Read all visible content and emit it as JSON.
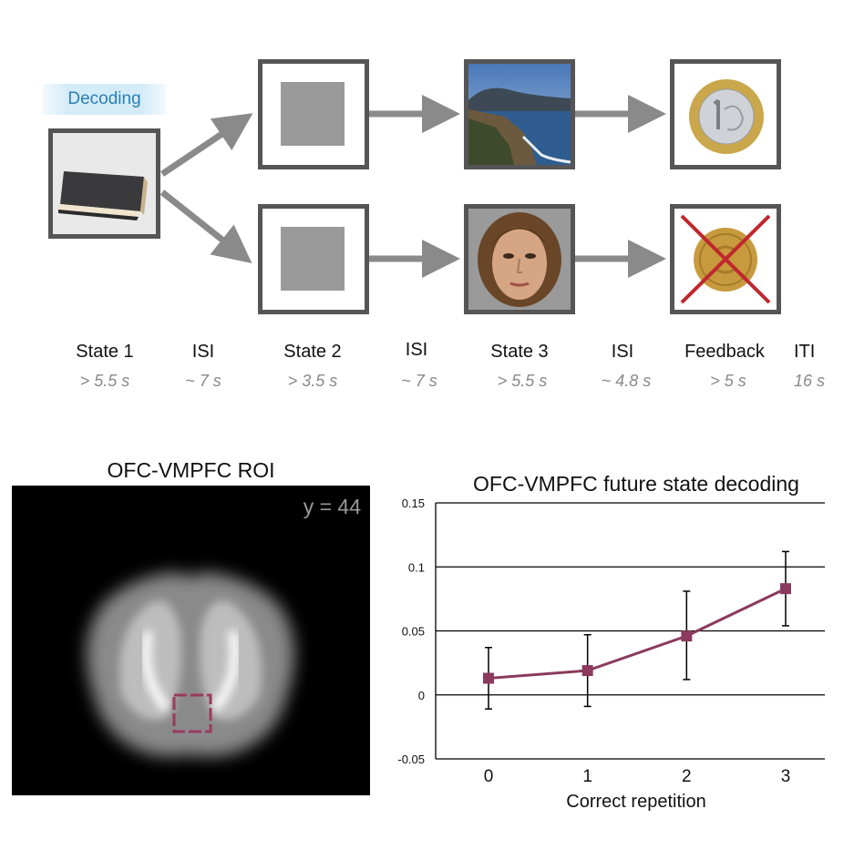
{
  "decoding_label": "Decoding",
  "phases": [
    {
      "label": "State 1",
      "duration": "> 5.5 s"
    },
    {
      "label": "ISI",
      "duration": "~ 7 s"
    },
    {
      "label": "State 2",
      "duration": "> 3.5 s"
    },
    {
      "label": "ISI",
      "duration": "~ 7 s"
    },
    {
      "label": "State 3",
      "duration": "> 5.5 s"
    },
    {
      "label": "ISI",
      "duration": "~ 4.8 s"
    },
    {
      "label": "Feedback",
      "duration": "> 5 s"
    },
    {
      "label": "ITI",
      "duration": "16 s"
    }
  ],
  "roi": {
    "title": "OFC-VMPFC ROI",
    "slice_label": "y = 44",
    "roi_color": "#9b3a5e"
  },
  "chart_data": {
    "type": "line",
    "title": "OFC-VMPFC future state decoding",
    "xlabel": "Correct repetition",
    "ylabel": "",
    "categories": [
      "0",
      "1",
      "2",
      "3"
    ],
    "y_ticks": [
      "0.15",
      "0.1",
      "0.05",
      "0",
      "-0.05"
    ],
    "ylim": [
      -0.05,
      0.15
    ],
    "series": [
      {
        "values": [
          0.013,
          0.019,
          0.046,
          0.083
        ],
        "err_low": [
          -0.011,
          -0.009,
          0.012,
          0.054
        ],
        "err_high": [
          0.037,
          0.047,
          0.081,
          0.112
        ],
        "color": "#8b3a5e"
      }
    ],
    "grid": "horizontal at ticks"
  }
}
